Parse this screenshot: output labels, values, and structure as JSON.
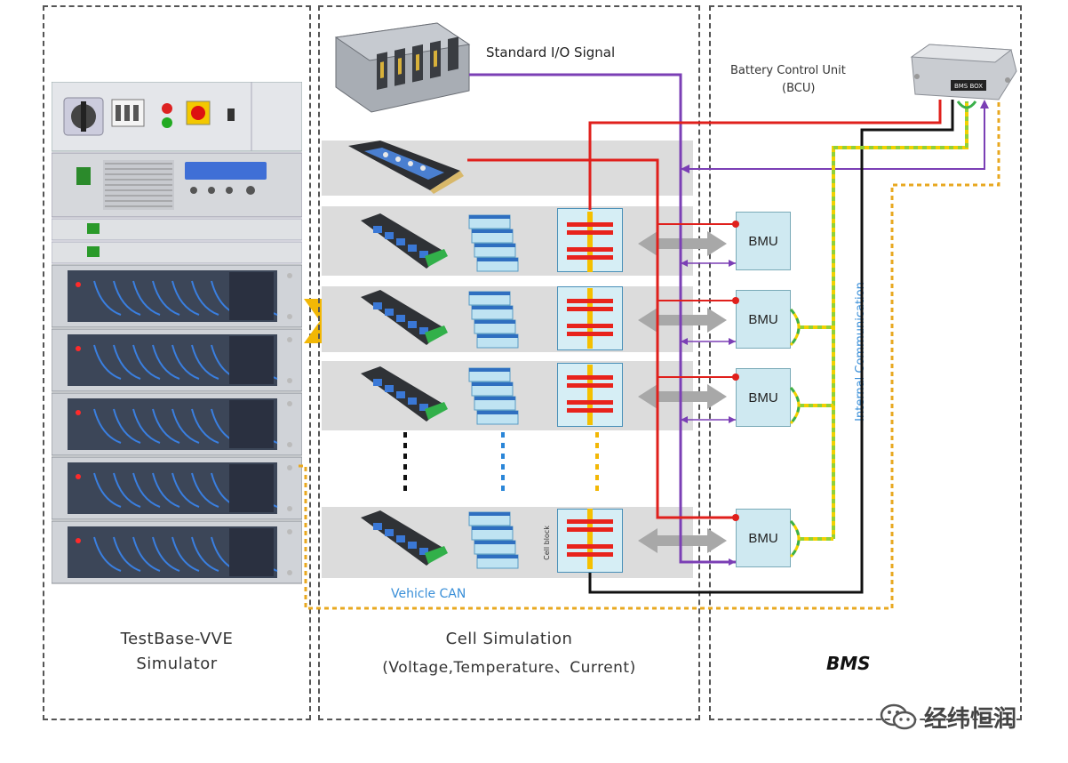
{
  "panels": {
    "simulator": {
      "line1": "TestBase-VVE",
      "line2": "Simulator"
    },
    "cell_sim": {
      "line1": "Cell Simulation",
      "line2": "(Voltage,Temperature、Current)"
    },
    "bms": {
      "label": "BMS"
    }
  },
  "labels": {
    "io_signal": "Standard I/O Signal",
    "bcu_line1": "Battery Control Unit",
    "bcu_line2": "(BCU)",
    "bcu_device": "BMS BOX",
    "internal_comm": "Internal Communication",
    "vehicle_can": "Vehicle CAN",
    "cell_block": "Cell block"
  },
  "bmu_units": [
    {
      "label": "BMU"
    },
    {
      "label": "BMU"
    },
    {
      "label": "BMU"
    },
    {
      "label": "BMU"
    }
  ],
  "watermark": {
    "text": "经纬恒润"
  },
  "colors": {
    "red_wire": "#e0201c",
    "purple_wire": "#7b3fb5",
    "black_wire": "#111111",
    "green_yellow_dashed": "#8fd13a",
    "orange_dashed": "#e8a820",
    "blue_text": "#3a8fd8",
    "bmu_fill": "#cfe9f1",
    "arrow_yellow": "#f2b705"
  }
}
